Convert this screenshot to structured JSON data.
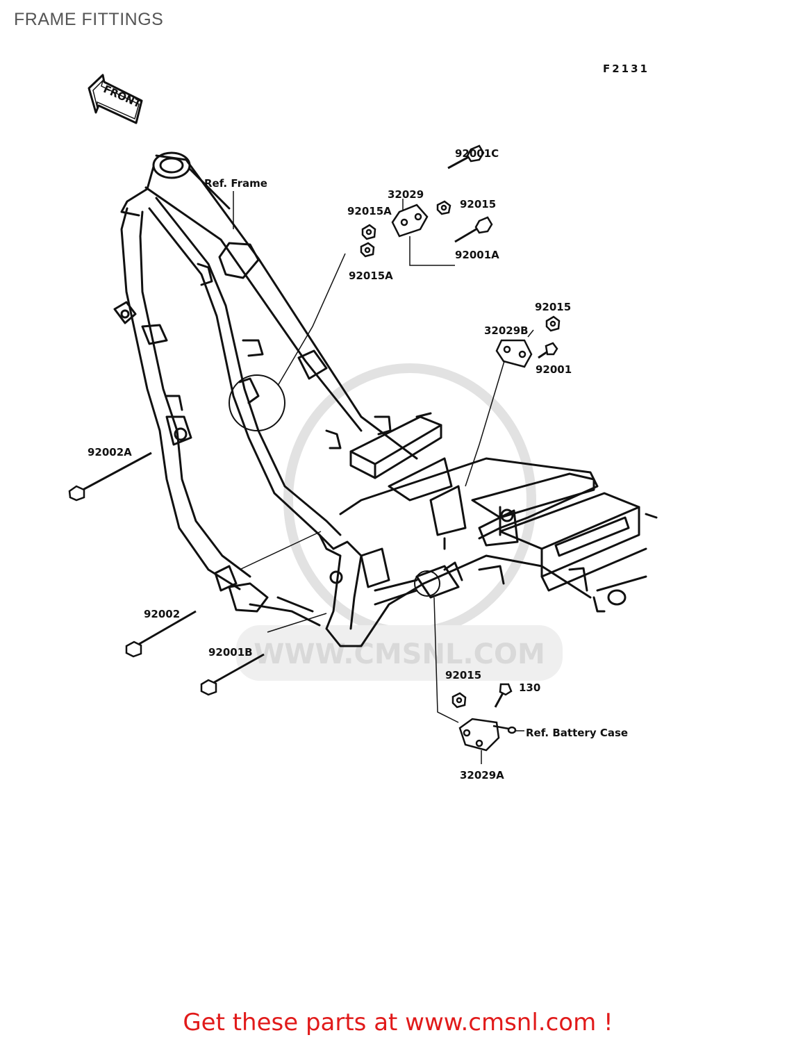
{
  "page": {
    "title": "FRAME FITTINGS",
    "diagram_code": "F2131",
    "front_label": "FRONT",
    "watermark": "WWW.CMSNL.COM",
    "footer": "Get these parts at www.cmsnl.com !"
  },
  "refs": {
    "frame": "Ref. Frame",
    "battery_case": "Ref. Battery Case"
  },
  "parts": {
    "p92001C": "92001C",
    "p32029": "32029",
    "p92015A_top": "92015A",
    "p92015_top": "92015",
    "p92001A": "92001A",
    "p92015A_bottom": "92015A",
    "p92015_mid": "92015",
    "p32029B": "32029B",
    "p92001": "92001",
    "p92002A": "92002A",
    "p92002": "92002",
    "p92001B": "92001B",
    "p92015_low": "92015",
    "p130": "130",
    "p32029A": "32029A"
  },
  "colors": {
    "line": "#111111",
    "footer": "#e11a1a",
    "title": "#555555",
    "watermark": "#d9d9d9"
  }
}
